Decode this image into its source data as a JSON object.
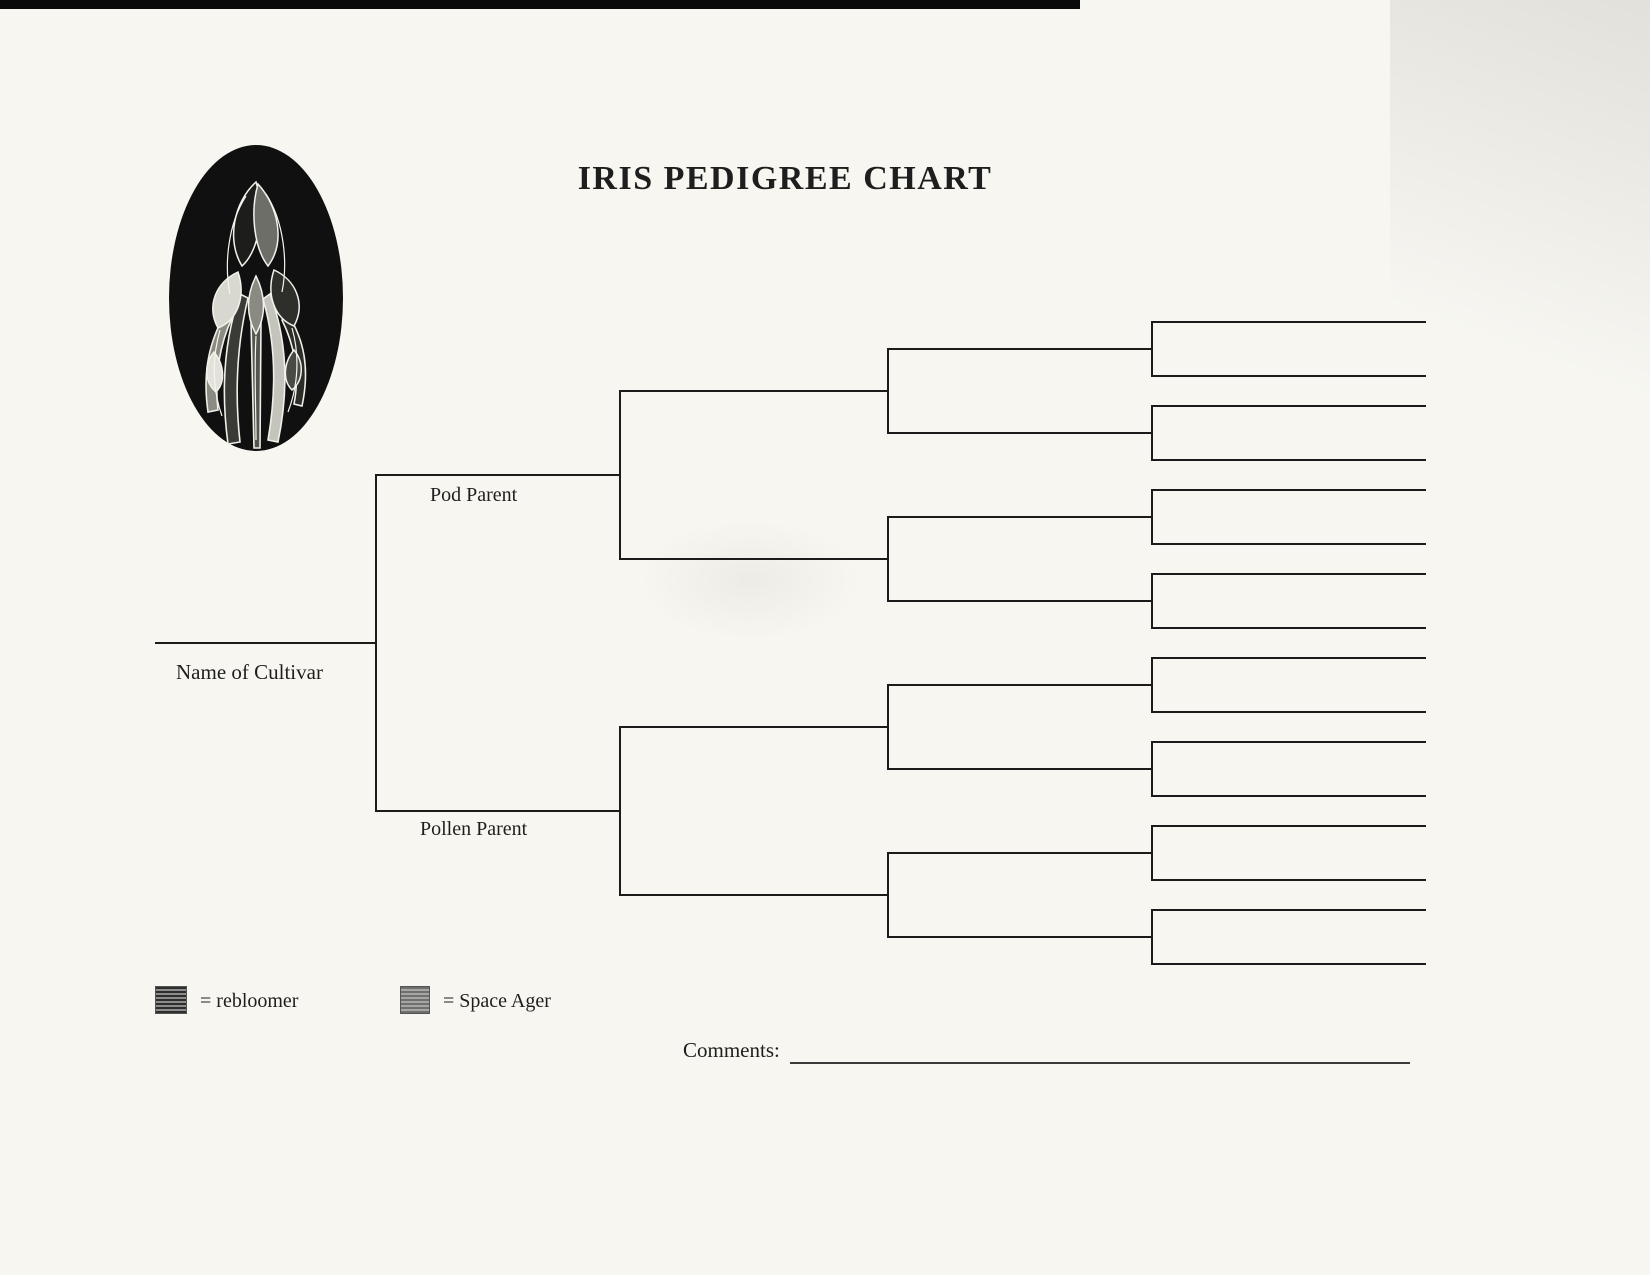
{
  "page": {
    "title": "IRIS PEDIGREE CHART",
    "background_color": "#f7f6f1",
    "ink_color": "#1b1b1b"
  },
  "tree": {
    "cultivar_label": "Name of Cultivar",
    "pod_parent_label": "Pod  Parent",
    "pollen_parent_label": "Pollen  Parent"
  },
  "legend": {
    "items": [
      {
        "icon": "rebloomer-swatch",
        "label": "= rebloomer"
      },
      {
        "icon": "space-ager-swatch",
        "label": "= Space Ager"
      }
    ]
  },
  "comments": {
    "label": "Comments:"
  },
  "icons": {
    "illustration": "iris-flower-illustration"
  }
}
